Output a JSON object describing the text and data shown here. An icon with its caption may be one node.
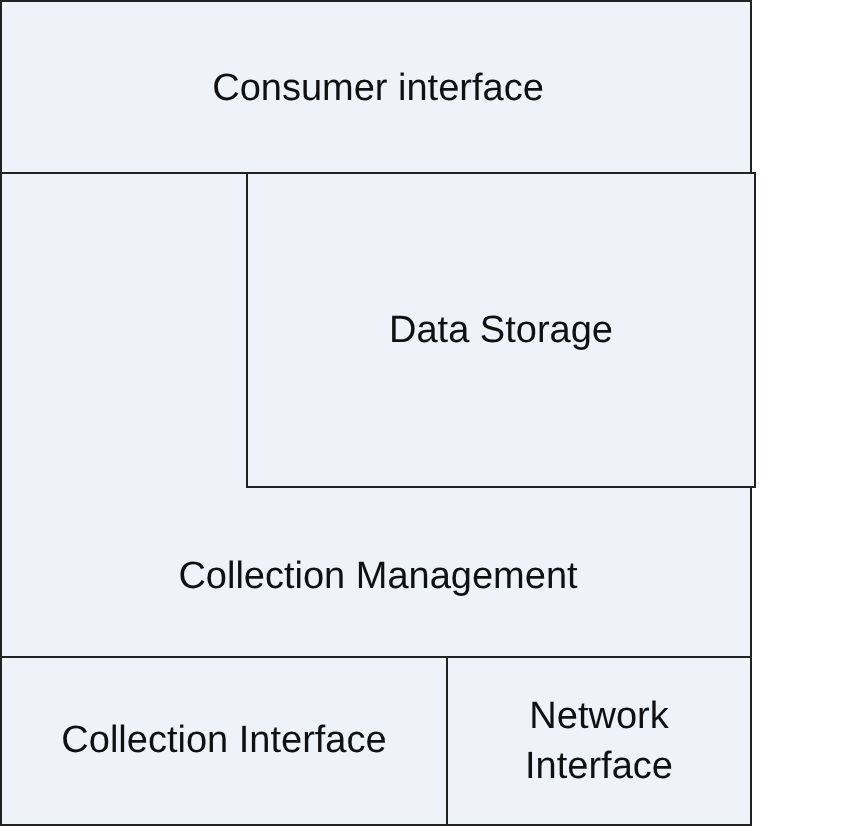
{
  "diagram": {
    "nodes": [
      {
        "text": [
          "Consumer interface"
        ]
      },
      {
        "text": [
          "Collection Management"
        ]
      },
      {
        "text": [
          "Data Storage"
        ],
        "in": 1
      },
      {
        "text": [
          "Collection Interface"
        ]
      },
      {
        "text": [
          "Network Interface"
        ]
      }
    ]
  }
}
